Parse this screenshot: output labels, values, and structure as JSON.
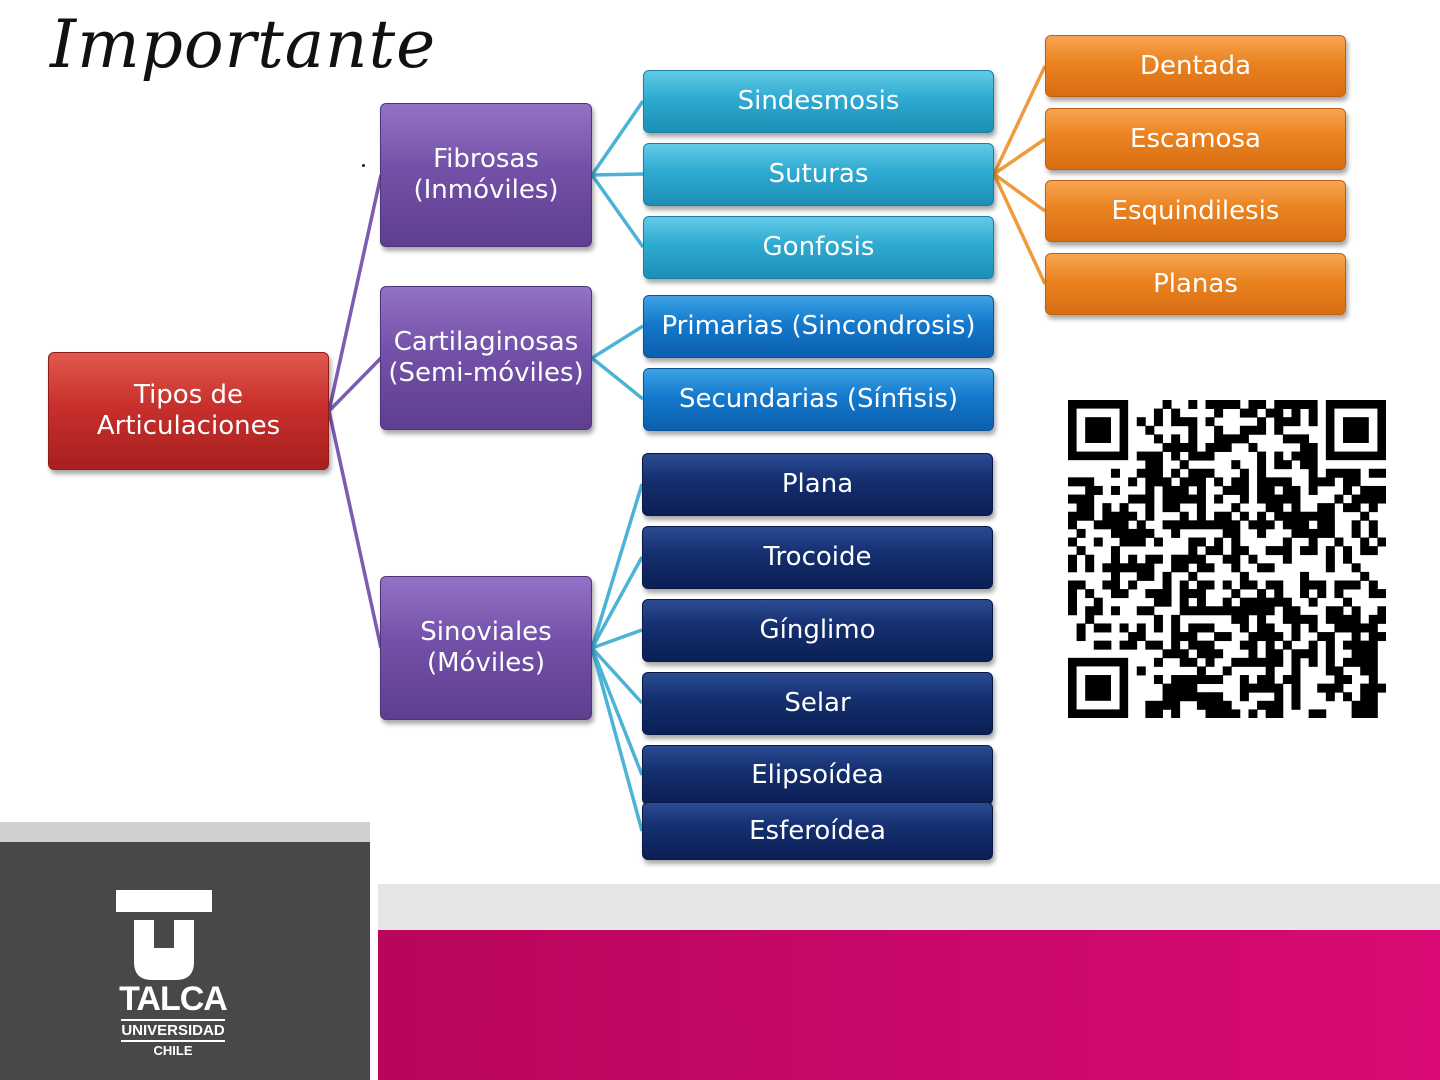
{
  "annotation": {
    "text": "Importante"
  },
  "diagram": {
    "root": {
      "label": "Tipos de\nArticulaciones",
      "color": "#c8302c"
    },
    "categories": [
      {
        "label": "Fibrosas\n(Inmóviles)",
        "color": "#7451a8"
      },
      {
        "label": "Cartilaginosas\n(Semi-móviles)",
        "color": "#7451a8"
      },
      {
        "label": "Sinoviales\n(Móviles)",
        "color": "#7451a8"
      }
    ],
    "fibrosas_types": [
      "Sindesmosis",
      "Suturas",
      "Gonfosis"
    ],
    "cartilaginosas_types": [
      "Primarias (Sincondrosis)",
      "Secundarias (Sínfisis)"
    ],
    "sinoviales_types": [
      "Plana",
      "Trocoide",
      "Gínglimo",
      "Selar",
      "Elipsoídea",
      "Esferoídea"
    ],
    "suturas_types": [
      "Dentada",
      "Escamosa",
      "Esquindilesis",
      "Planas"
    ],
    "connector_colors": {
      "purple": "#7c5bb0",
      "teal": "#4db3d6",
      "orange": "#f09a3e"
    }
  },
  "footer": {
    "logo": {
      "name": "talca-university-logo",
      "line1": "TALCA",
      "line2": "UNIVERSIDAD",
      "line3": "CHILE"
    },
    "accent_color": "#c9086a"
  }
}
